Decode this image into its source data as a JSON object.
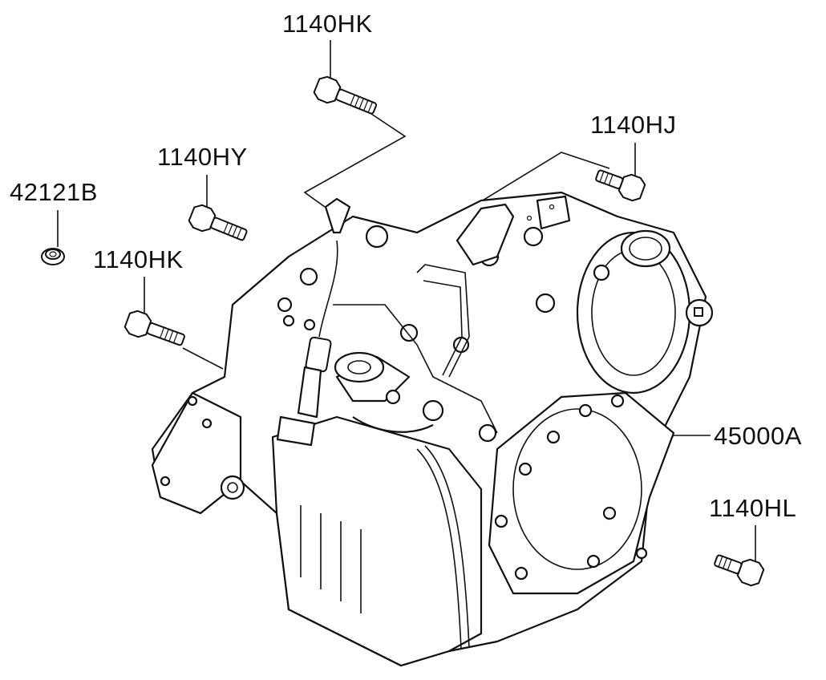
{
  "callouts": {
    "hk_top": "1140HK",
    "hj": "1140HJ",
    "hy": "1140HY",
    "b42121": "42121B",
    "hk_left": "1140HK",
    "a45000": "45000A",
    "hl": "1140HL"
  },
  "colors": {
    "line": "#111111",
    "background": "#ffffff"
  }
}
